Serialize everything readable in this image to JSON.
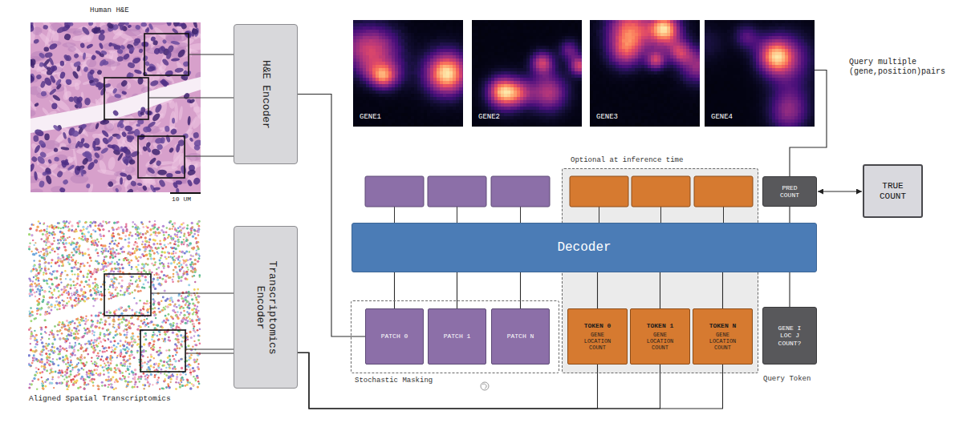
{
  "diagram": {
    "nodes": [
      {
        "text": [
          "H&E Encoder"
        ]
      },
      {
        "text": [
          "Transcriptomics Encoder"
        ]
      },
      {
        "text": [
          "GENE1"
        ]
      },
      {
        "text": [
          "GENE2"
        ]
      },
      {
        "text": [
          "GENE3"
        ]
      },
      {
        "text": [
          "GENE4"
        ]
      },
      {
        "text": [
          "Optional at inference time"
        ]
      },
      {
        "text": [
          "PRED COUNT"
        ]
      },
      {
        "text": [
          "Decoder"
        ]
      },
      {
        "text": [
          "TRUE COUNT"
        ]
      },
      {
        "text": [
          "Stochastic Masking"
        ]
      },
      {
        "text": [
          "PATCH 0"
        ],
        "in": 10
      },
      {
        "text": [
          "PATCH 1"
        ],
        "in": 10
      },
      {
        "text": [
          "PATCH N"
        ],
        "in": 10
      },
      {
        "text": [
          "TOKEN 0",
          "GENE LOCATION COUNT"
        ],
        "in": 6
      },
      {
        "text": [
          "TOKEN 1",
          "GENE LOCATION COUNT"
        ],
        "in": 6
      },
      {
        "text": [
          "TOKEN N",
          "GENE LOCATION COUNT"
        ],
        "in": 6
      },
      {
        "text": [
          "GENE I LOC J COUNT?",
          "Query Token"
        ]
      }
    ],
    "edges": [
      {
        "from": 0,
        "to": 11,
        "arrow": "none"
      },
      {
        "from": 1,
        "to": 14,
        "arrow": "none"
      },
      {
        "from": 1,
        "to": 15,
        "arrow": "none"
      },
      {
        "from": 1,
        "to": 16,
        "arrow": "none"
      },
      {
        "from": 11,
        "to": 8,
        "arrow": "none"
      },
      {
        "from": 12,
        "to": 8,
        "arrow": "none"
      },
      {
        "from": 13,
        "to": 8,
        "arrow": "none"
      },
      {
        "from": 14,
        "to": 8,
        "arrow": "none"
      },
      {
        "from": 15,
        "to": 8,
        "arrow": "none"
      },
      {
        "from": 16,
        "to": 8,
        "arrow": "none"
      },
      {
        "from": 17,
        "to": 8,
        "arrow": "none"
      },
      {
        "from": 8,
        "to": 7,
        "arrow": "none"
      },
      {
        "from": 7,
        "to": 9,
        "arrow": "both"
      },
      {
        "from": 5,
        "to": 7,
        "arrow": "none"
      }
    ],
    "labels": [
      "Human H&E",
      "10 UM",
      "Aligned Spatial Transcriptomics",
      "Query multiple (gene,position)pairs"
    ]
  }
}
